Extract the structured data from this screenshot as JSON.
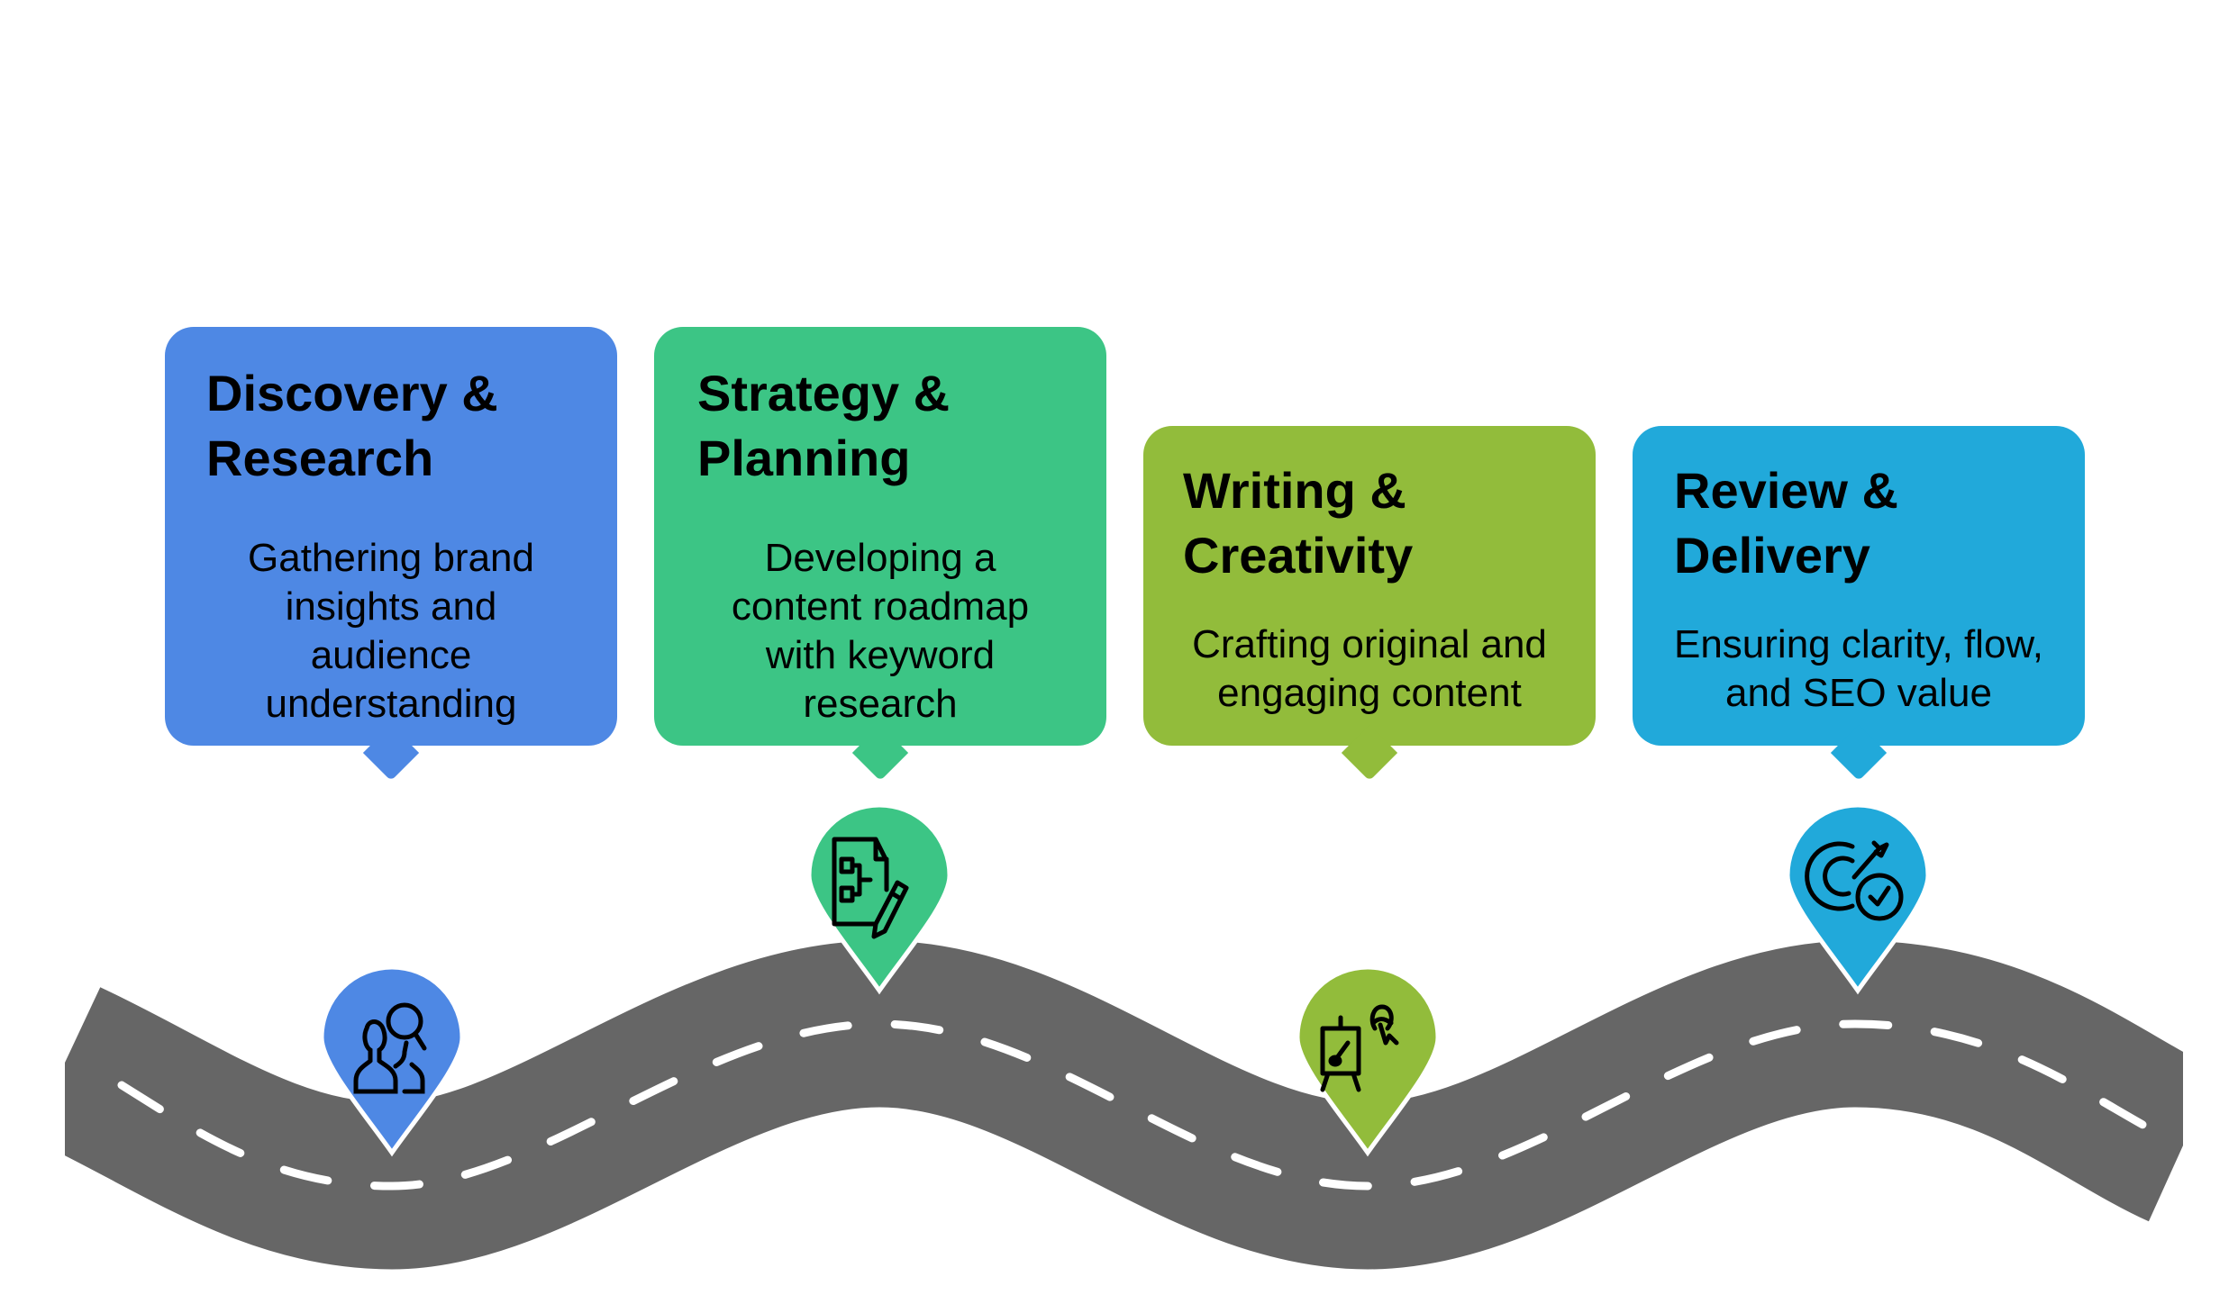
{
  "colors": {
    "blue": "#4E88E4",
    "green": "#3CC585",
    "olive": "#92BC3B",
    "cyan": "#21A9DA",
    "road": "#666666",
    "lane": "#ffffff"
  },
  "steps": [
    {
      "title": "Discovery &\n Research",
      "description": "Gathering brand\ninsights and\naudience\nunderstanding",
      "icon": "user-research-icon",
      "color": "#4E88E4"
    },
    {
      "title": "Strategy &\n Planning",
      "description": "Developing a\ncontent roadmap\nwith keyword\nresearch",
      "icon": "document-plan-edit-icon",
      "color": "#3CC585"
    },
    {
      "title": "Writing &\nCreativity",
      "description": "Crafting original and\nengaging content",
      "icon": "easel-creative-icon",
      "color": "#92BC3B"
    },
    {
      "title": "Review &\n Delivery",
      "description": "Ensuring clarity, flow,\nand SEO value",
      "icon": "target-check-icon",
      "color": "#21A9DA"
    }
  ]
}
